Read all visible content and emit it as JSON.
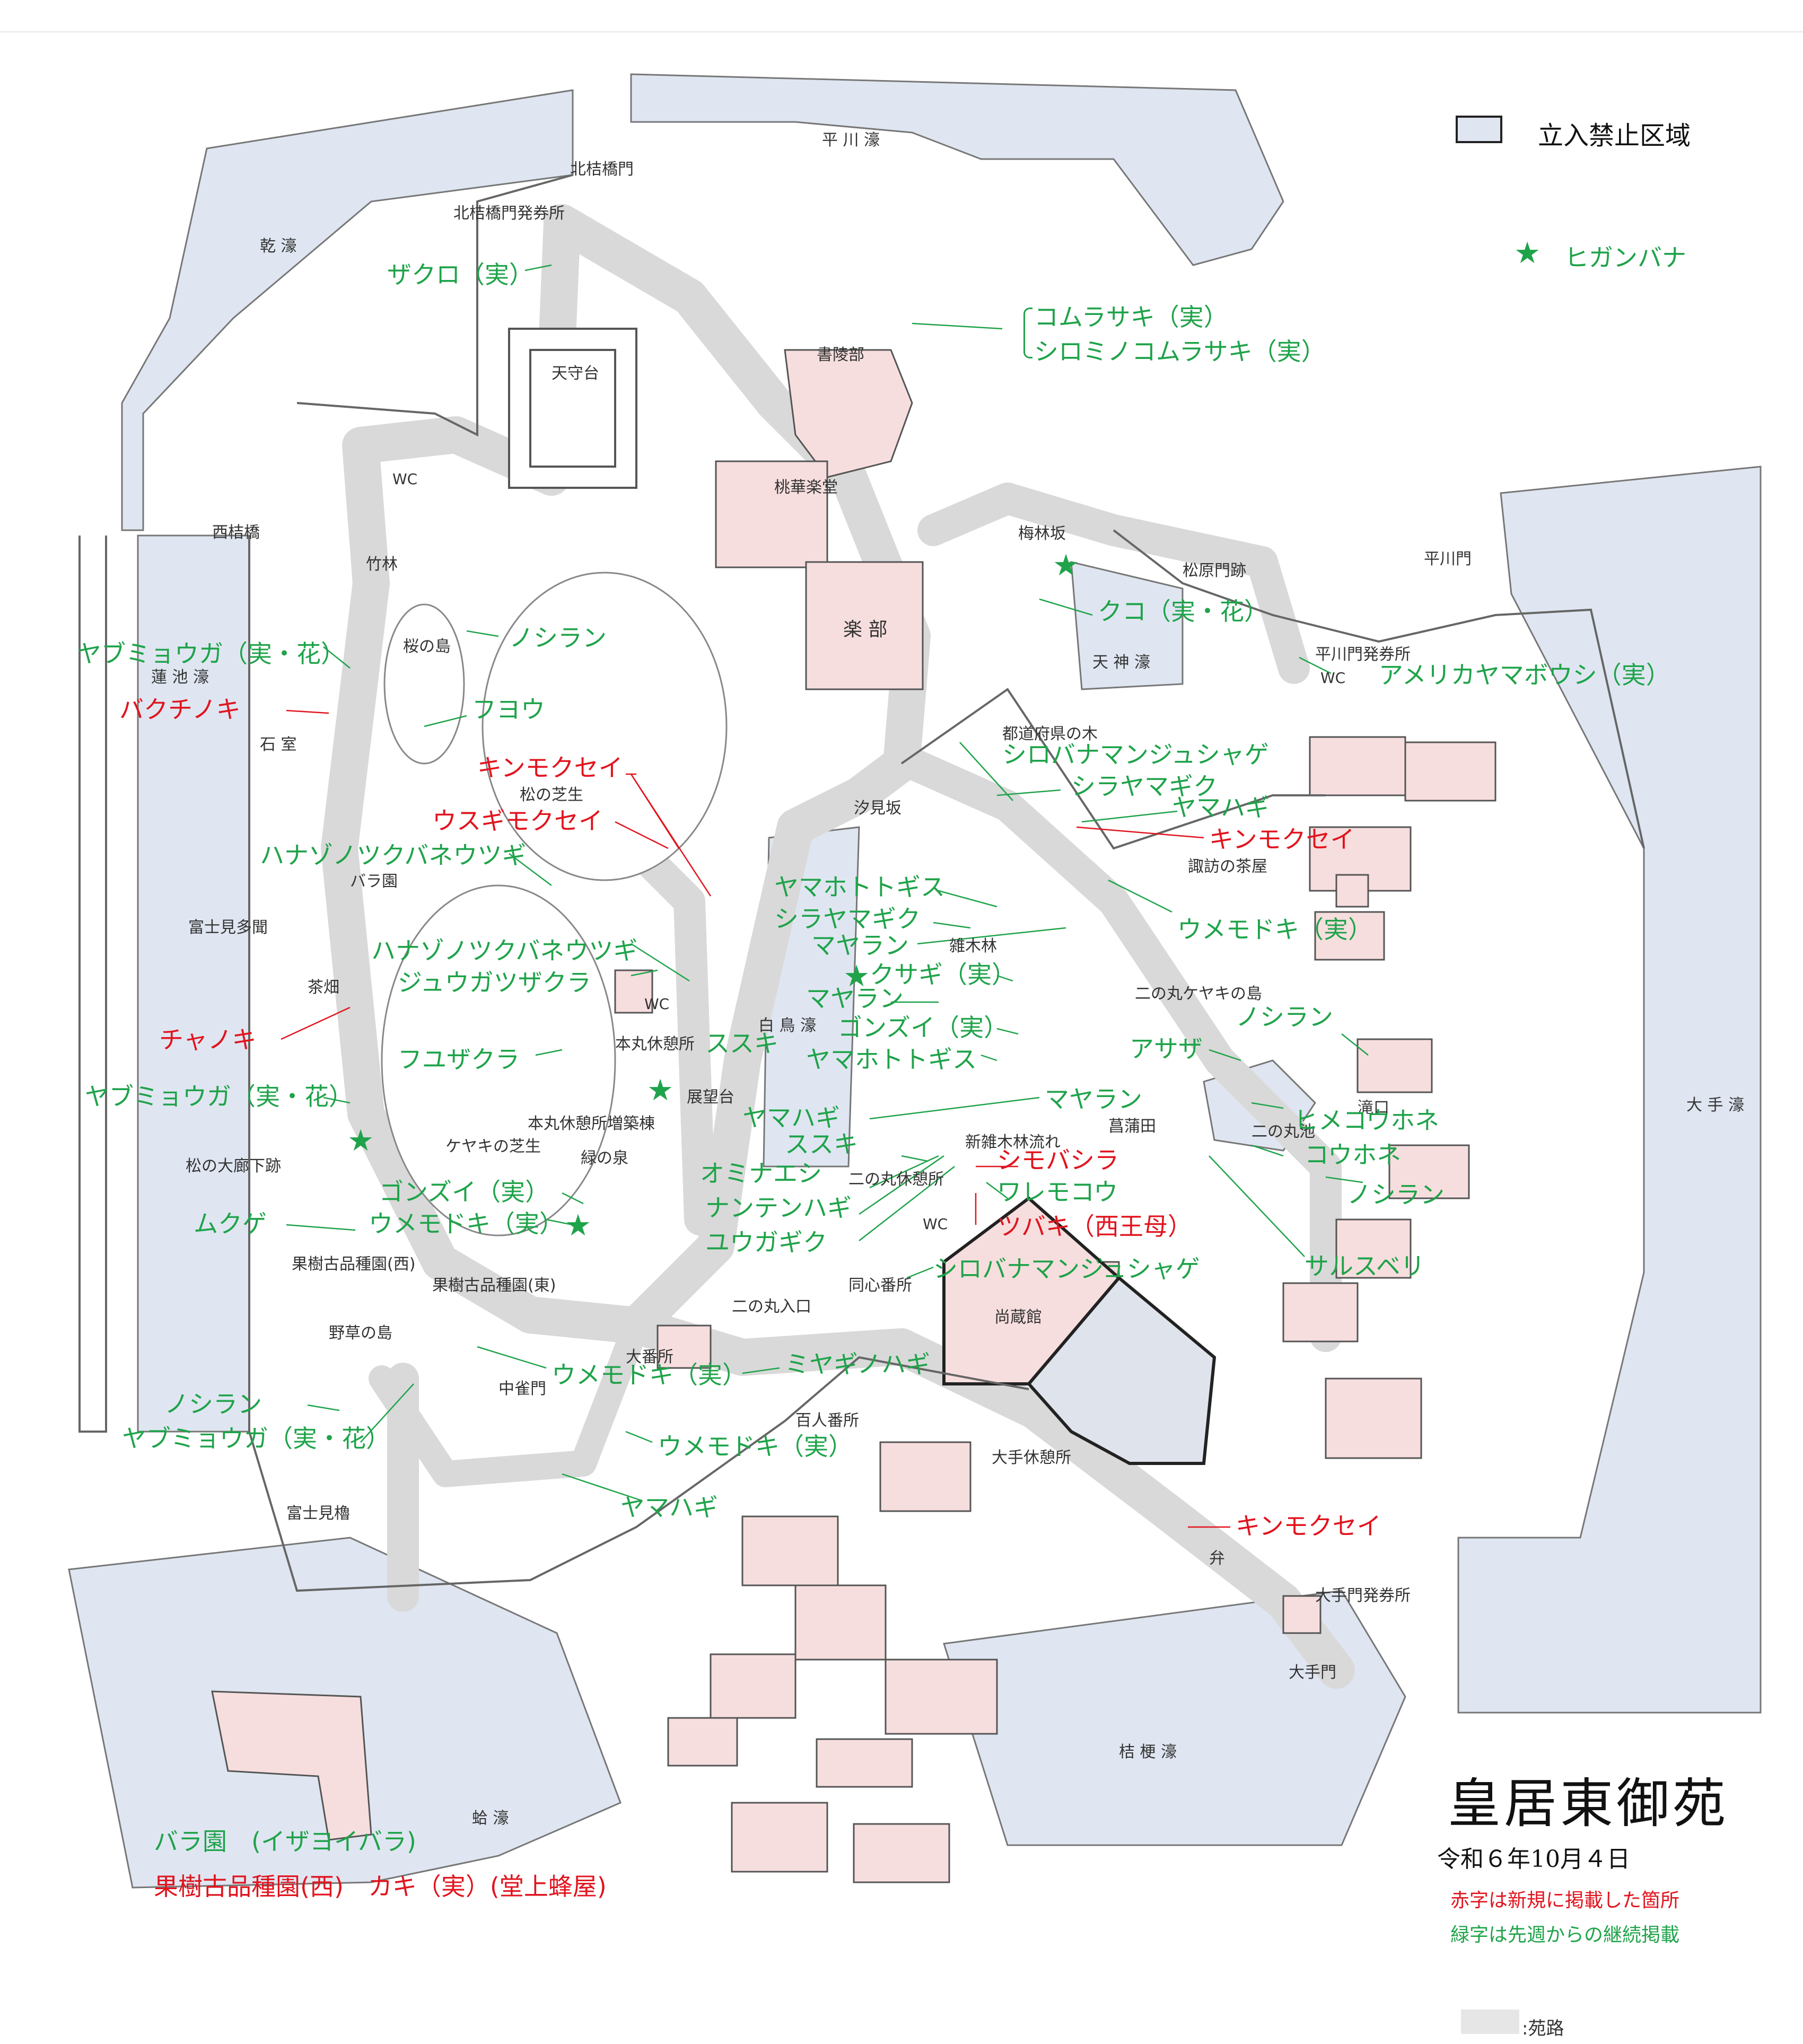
{
  "title": "皇居東御苑",
  "date": "令和６年10月４日",
  "notes": {
    "red": "赤字は新規に掲載した箇所",
    "green": "緑字は先週からの継続掲載"
  },
  "legend": {
    "restricted": "立入禁止区域",
    "higanbana": "ヒガンバナ",
    "path": ":苑路",
    "star": "★"
  },
  "colors": {
    "water": "#dfe6f1",
    "path": "#d9d9d9",
    "building": "#f7dede",
    "restricted": "#dfe3ec",
    "green_text": "#1fa34a",
    "red_text": "#e1141e"
  },
  "place_names": {
    "hirakawa_moat": "平 川 濠",
    "inui_moat": "乾 濠",
    "kitahanebashi_gate": "北桔橋門",
    "kitahanebashi_ticket": "北桔橋門発券所",
    "tenshudai": "天守台",
    "shoryobu": "書陵部",
    "tokagakudo": "桃華楽堂",
    "gakubu": "楽 部",
    "wc": "WC",
    "nishihanebashi": "西桔橋",
    "takebayashi": "竹林",
    "sakura_island": "桜の島",
    "hasuike_moat": "蓮 池 濠",
    "ishimuro": "石 室",
    "matsu_lawn": "松の芝生",
    "rose_garden": "バラ園",
    "fujimitamon": "富士見多聞",
    "tea_field": "茶畑",
    "matsu_oroka": "松の大廊下跡",
    "keyaki_lawn": "ケヤキの芝生",
    "midori_spring": "緑の泉",
    "honmaru_rest": "本丸休憩所",
    "honmaru_rest_annex": "本丸休憩所増築棟",
    "observation": "展望台",
    "fruit_west": "果樹古品種園(西)",
    "fruit_east": "果樹古品種園(東)",
    "nogusa_island": "野草の島",
    "nakanomon": "中雀門",
    "fujimi_yagura": "富士見櫓",
    "obanjo": "大番所",
    "hyakunin": "百人番所",
    "ote_rest": "大手休憩所",
    "shiomizaka": "汐見坂",
    "hakucho_moat": "白 鳥 濠",
    "bairinzaka": "梅林坂",
    "matsubara_gate": "松原門跡",
    "tenjin_moat": "天 神 濠",
    "hirakawa_gate": "平川門",
    "hirakawa_ticket": "平川門発券所",
    "prefecture_trees": "都道府県の木",
    "suwa_teahouse": "諏訪の茶屋",
    "zokiba": "雑木林",
    "keyaki_island": "二の丸ケヤキの島",
    "ninomaru_pond": "二の丸池",
    "shobuda": "菖蒲田",
    "new_zoki": "新雑木林流れ",
    "ninomaru_rest": "二の丸休憩所",
    "doshin": "同心番所",
    "ninomaru_entrance": "二の丸入口",
    "shozokan": "尚蔵館",
    "otemon": "大手門",
    "otemon_ticket": "大手門発券所",
    "ote_moat": "大 手 濠",
    "kikyo_moat": "桔 梗 濠",
    "hasunuma_moat": "蛤 濠",
    "takiguchi": "滝口",
    "ben": "弁"
  },
  "plants": {
    "zakuro": "ザクロ（実）",
    "komurasaki": "コムラサキ（実）",
    "shiromi_komurasaki": "シロミノコムラサキ（実）",
    "noshiran_1": "ノシラン",
    "yabumyoga_1": "ヤブミョウガ（実・花）",
    "bakuchinoki": "バクチノキ",
    "fuyo": "フヨウ",
    "kinmokusei_1": "キンモクセイ",
    "usugimokusei": "ウスギモクセイ",
    "hanazono_1": "ハナゾノツクバネウツギ",
    "hanazono_2": "ハナゾノツクバネウツギ",
    "jugatsuzakura": "ジュウガツザクラ",
    "chanoki": "チャノキ",
    "fuyuzakura": "フユザクラ",
    "yabumyoga_2": "ヤブミョウガ（実・花）",
    "gonzui_1": "ゴンズイ（実）",
    "umemodoki_1": "ウメモドキ（実）",
    "mukuge": "ムクゲ",
    "noshiran_2": "ノシラン",
    "yabumyoga_3": "ヤブミョウガ（実・花）",
    "umemodoki_2": "ウメモドキ（実）",
    "miyagihagi": "ミヤギノハギ",
    "umemodoki_3": "ウメモドキ（実）",
    "yamahagi_1": "ヤマハギ",
    "kuko": "クコ（実・花）",
    "amerika": "アメリカヤマボウシ（実）",
    "shirobana_1": "シロバナマンジュシャゲ",
    "shirayamagiku_1": "シラヤマギク",
    "yamahagi_2": "ヤマハギ",
    "kinmokusei_2": "キンモクセイ",
    "umemodoki_4": "ウメモドキ（実）",
    "yamahototogisu_1": "ヤマホトトギス",
    "shirayamagiku_2": "シラヤマギク",
    "mayaran_1": "マヤラン",
    "kusagi": "クサギ（実）",
    "mayaran_2": "マヤラン",
    "gonzui_2": "ゴンズイ（実）",
    "susuki_1": "ススキ",
    "yamahototogisu_2": "ヤマホトトギス",
    "noshiran_3": "ノシラン",
    "asaza": "アサザ",
    "yamahagi_3": "ヤマハギ",
    "mayaran_3": "マヤラン",
    "himekohone": "ヒメコウホネ",
    "susuki_2": "ススキ",
    "shimobashira": "シモバシラ",
    "kohone": "コウホネ",
    "ominaeshi": "オミナエシ",
    "waremoko": "ワレモコウ",
    "noshiran_4": "ノシラン",
    "nantenhagi": "ナンテンハギ",
    "tsubaki": "ツバキ（西王母）",
    "yugagiku": "ユウガギク",
    "sarusuberi": "サルスベリ",
    "shirobana_2": "シロバナマンジュシャゲ",
    "kinmokusei_3": "キンモクセイ",
    "rose_izayoi": "バラ園　(イザヨイバラ)",
    "kaki": "果樹古品種園(西)　カキ（実）(堂上蜂屋)"
  }
}
